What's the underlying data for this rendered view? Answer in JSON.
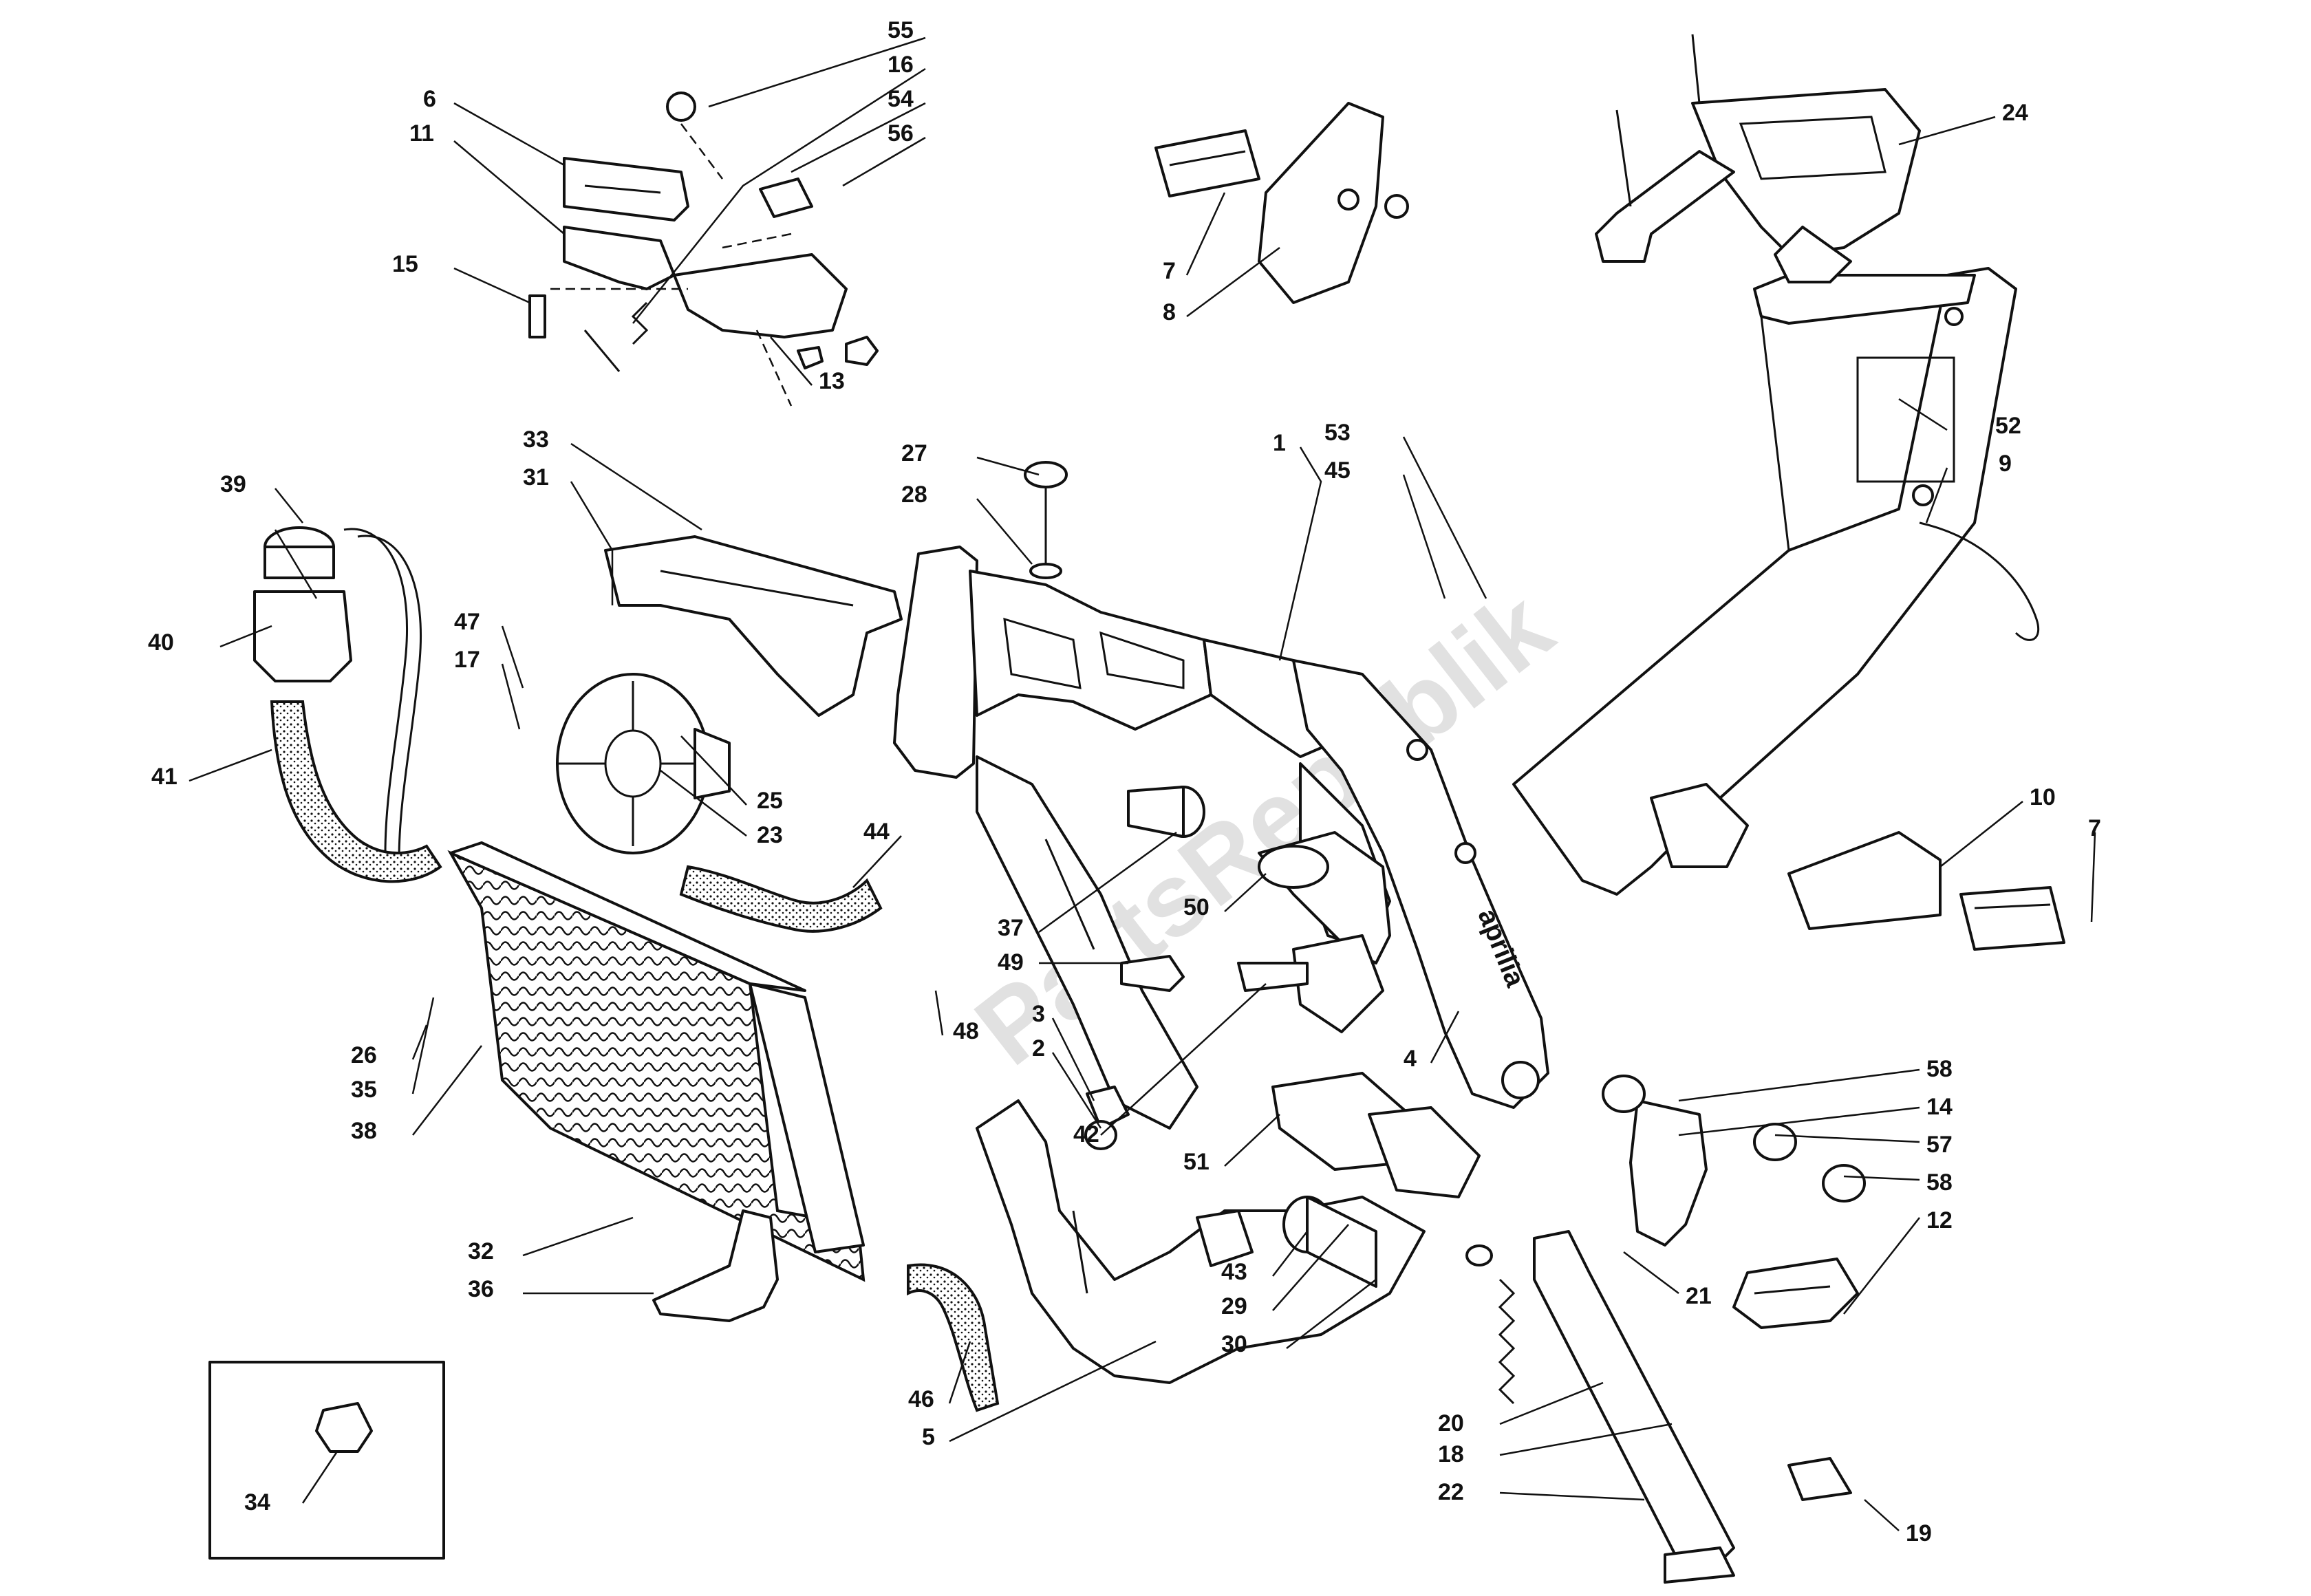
{
  "watermark": "PartsRepublik",
  "frame_logo": "aprilia",
  "callouts": {
    "c1": "1",
    "c2": "2",
    "c3": "3",
    "c4": "4",
    "c5": "5",
    "c6": "6",
    "c7a": "7",
    "c7b": "7",
    "c8": "8",
    "c9": "9",
    "c10": "10",
    "c11": "11",
    "c12": "12",
    "c13": "13",
    "c14": "14",
    "c15": "15",
    "c16": "16",
    "c17": "17",
    "c18": "18",
    "c19": "19",
    "c20": "20",
    "c21": "21",
    "c22": "22",
    "c23": "23",
    "c24": "24",
    "c25": "25",
    "c26": "26",
    "c27": "27",
    "c28": "28",
    "c29": "29",
    "c30": "30",
    "c31": "31",
    "c32": "32",
    "c33": "33",
    "c34": "34",
    "c35": "35",
    "c36": "36",
    "c37": "37",
    "c38": "38",
    "c39": "39",
    "c40": "40",
    "c41": "41",
    "c42": "42",
    "c43": "43",
    "c44": "44",
    "c45": "45",
    "c46": "46",
    "c47": "47",
    "c48": "48",
    "c49": "49",
    "c50": "50",
    "c51": "51",
    "c52": "52",
    "c53": "53",
    "c54": "54",
    "c55": "55",
    "c56": "56",
    "c57": "57",
    "c58a": "58",
    "c58b": "58"
  }
}
